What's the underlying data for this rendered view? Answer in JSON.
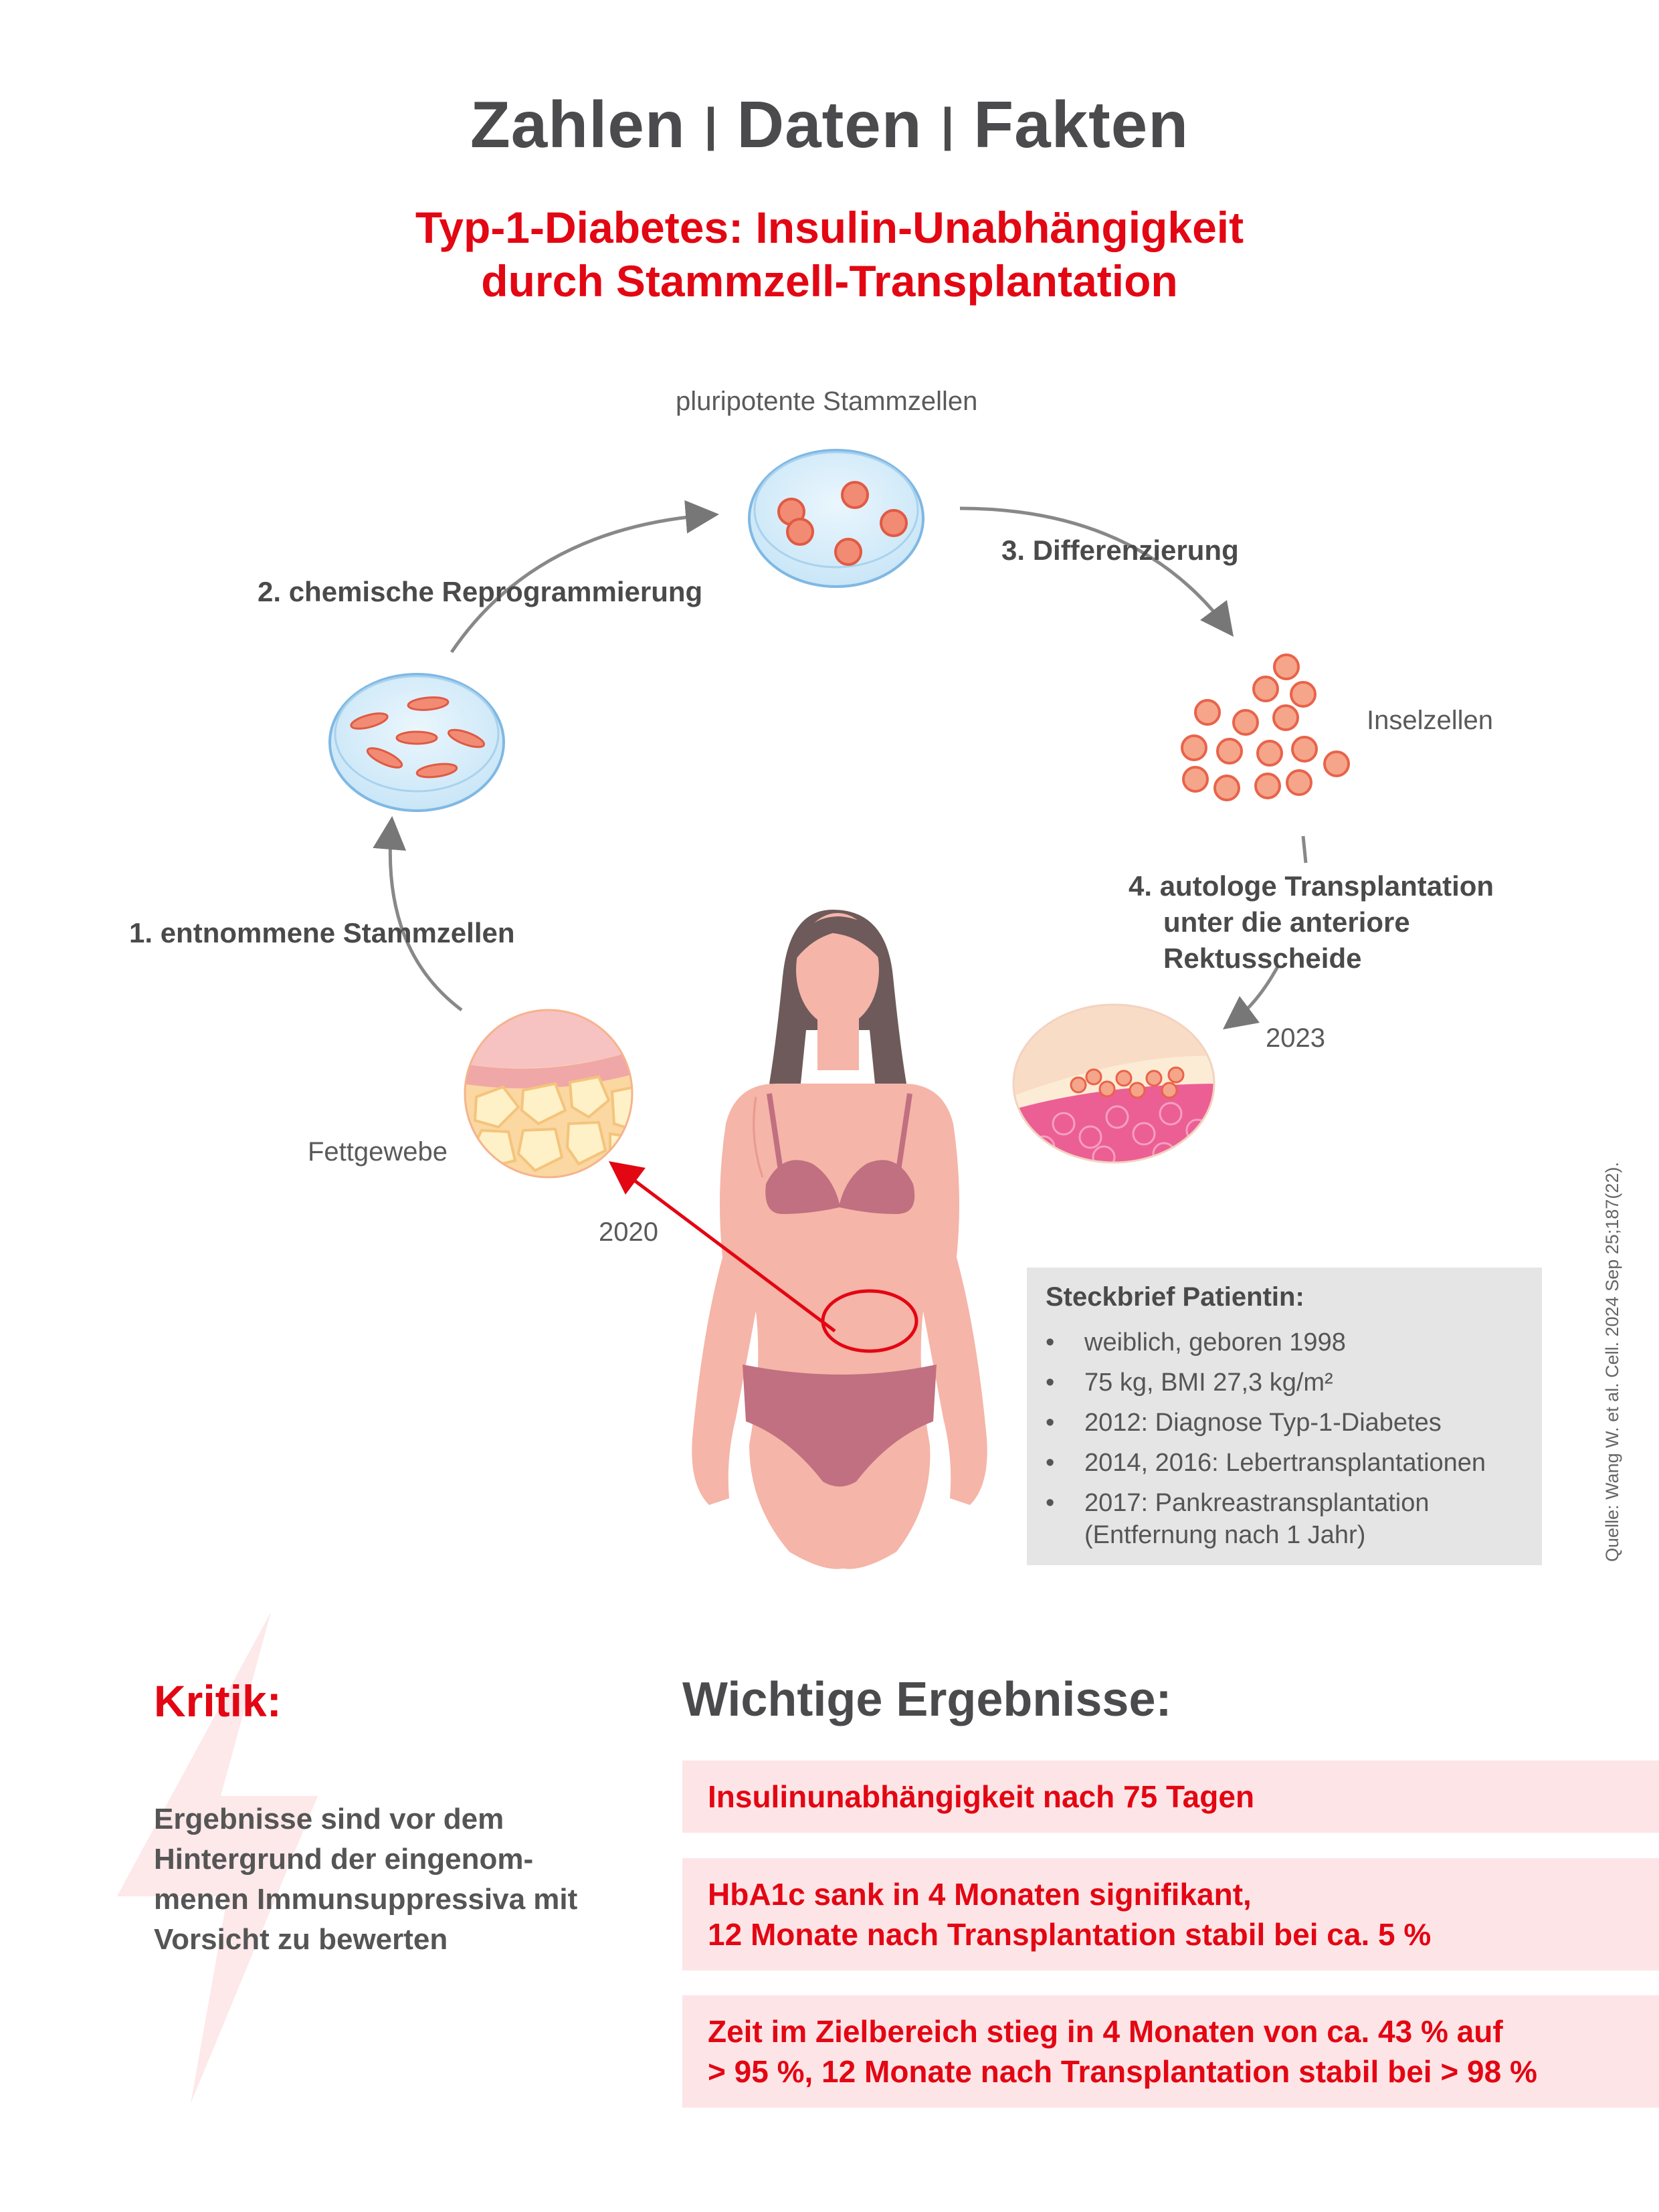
{
  "header": {
    "title_parts": [
      "Zahlen",
      "Daten",
      "Fakten"
    ],
    "separator": "|",
    "subtitle_line1": "Typ-1-Diabetes: Insulin-Unabhängigkeit",
    "subtitle_line2": "durch Stammzell-Transplantation"
  },
  "cycle": {
    "label_pluripotent": "pluripotente Stammzellen",
    "step2": "2. chemische Reprogrammierung",
    "step3": "3. Differenzierung",
    "label_inselzellen": "Inselzellen",
    "step4_line1": "4. autologe Transplantation",
    "step4_line2": "unter die anteriore",
    "step4_line3": "Rektusscheide",
    "step1": "1. entnommene Stammzellen",
    "year_2023": "2023",
    "label_fettgewebe": "Fettgewebe",
    "year_2020": "2020"
  },
  "profile": {
    "heading": "Steckbrief Patientin:",
    "items": [
      "weiblich, geboren 1998",
      "75 kg, BMI 27,3 kg/m²",
      "2012: Diagnose Typ-1-Diabetes",
      "2014, 2016: Lebertransplantationen",
      "2017: Pankreastransplantation"
    ],
    "item5_line2": "(Entfernung nach 1 Jahr)"
  },
  "source": "Quelle: Wang W. et al. Cell. 2024 Sep 25;187(22).",
  "kritik": {
    "heading": "Kritik:",
    "lines": [
      "Ergebnisse sind vor dem",
      "Hintergrund der eingenom-",
      "menen Immunsuppressiva mit",
      "Vorsicht zu bewerten"
    ]
  },
  "results": {
    "heading": "Wichtige Ergebnisse:",
    "r1": "Insulinunabhängigkeit nach 75 Tagen",
    "r2_line1": "HbA1c sank in 4 Monaten signifikant,",
    "r2_line2": "12 Monate nach Transplantation stabil bei ca. 5 %",
    "r3_line1": "Zeit im Zielbereich stieg in 4 Monaten von ca. 43 % auf",
    "r3_line2": "> 95 %, 12 Monate nach Transplantation stabil bei > 98 %"
  },
  "colors": {
    "accent_red": "#e30613",
    "heading_gray": "#4b4b4d",
    "result_bg": "#fde5e7",
    "profile_bg": "#e5e5e5",
    "skin": "#f5b5a8",
    "underwear": "#c07080",
    "hair": "#6e5a5a"
  },
  "icons": {
    "petri_dish": "petri-dish-icon",
    "islet_cells": "islet-cells-icon",
    "fat_tissue": "fat-tissue-icon",
    "muscle_tissue": "rectus-tissue-icon",
    "figure": "female-figure-icon",
    "lightning": "lightning-bolt-icon"
  }
}
